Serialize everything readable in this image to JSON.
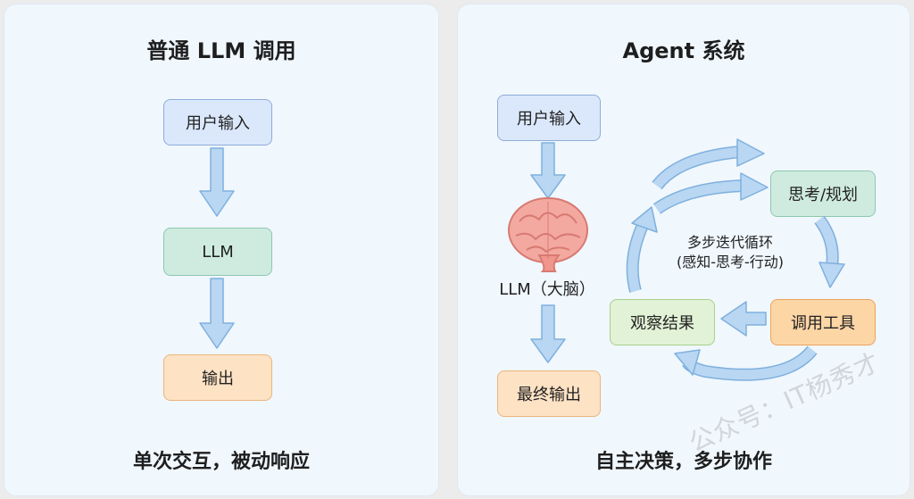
{
  "left": {
    "title": "普通 LLM 调用",
    "nodes": {
      "input": "用户输入",
      "llm": "LLM",
      "output": "输出"
    },
    "footer": "单次交互，被动响应"
  },
  "right": {
    "title": "Agent 系统",
    "nodes": {
      "input": "用户输入",
      "llm_label": "LLM（大脑）",
      "final_output": "最终输出",
      "think": "思考/规划",
      "tool": "调用工具",
      "observe": "观察结果"
    },
    "loop_label_line1": "多步迭代循环",
    "loop_label_line2": "(感知-思考-行动)",
    "footer": "自主决策，多步协作"
  },
  "watermark": "公众号：IT杨秀才",
  "icons": {
    "brain": "brain-icon",
    "arrow": "arrow-icon"
  },
  "colors": {
    "panel_bg": "#f0f7fd",
    "arrow_fill": "#b9d7f2",
    "arrow_stroke": "#7fb0de"
  }
}
